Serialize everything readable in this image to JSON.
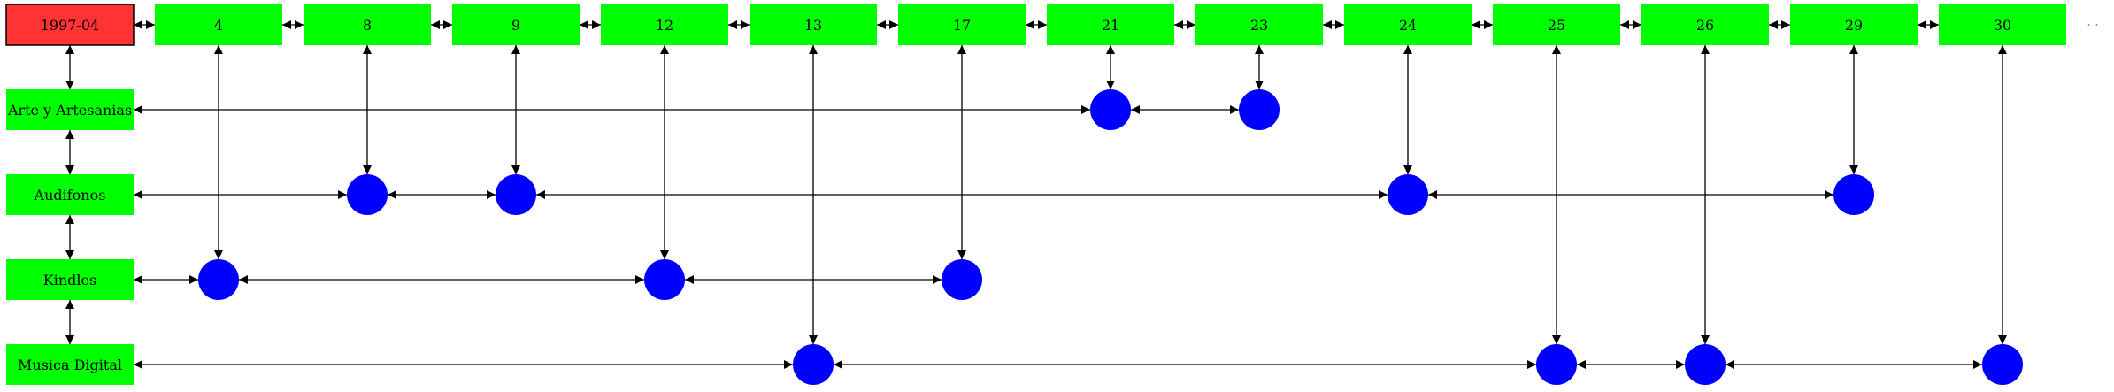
{
  "header": {
    "label": "1997-04",
    "color": "#ff3333"
  },
  "days": [
    "4",
    "8",
    "9",
    "12",
    "13",
    "17",
    "21",
    "23",
    "24",
    "25",
    "26",
    "29",
    "30"
  ],
  "ellipsis": "· ·",
  "categories": [
    {
      "label": "Arte y Artesanias",
      "days": [
        "21",
        "23"
      ]
    },
    {
      "label": "Audifonos",
      "days": [
        "8",
        "9",
        "24",
        "29"
      ]
    },
    {
      "label": "Kindles",
      "days": [
        "4",
        "12",
        "17"
      ]
    },
    {
      "label": "Musica Digital",
      "days": [
        "13",
        "25",
        "26",
        "30"
      ]
    }
  ],
  "colors": {
    "box": "#00ff00",
    "node": "#0000ff",
    "edge": "#000000"
  }
}
